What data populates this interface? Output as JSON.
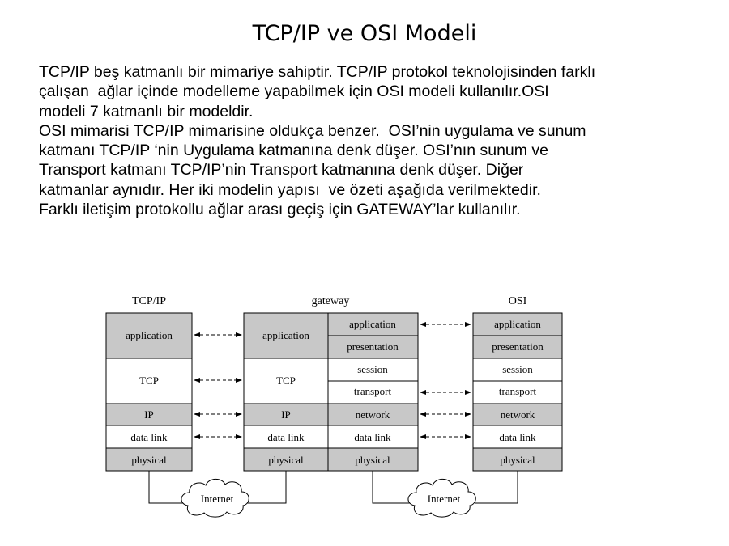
{
  "slide": {
    "title": "TCP/IP ve OSI Modeli",
    "paragraph_lines": [
      "TCP/IP beş katmanlı bir mimariye sahiptir. TCP/IP protokol teknolojisinden farklı",
      "çalışan  ağlar içinde modelleme yapabilmek için OSI modeli kullanılır.OSI",
      "modeli 7 katmanlı bir modeldir.",
      "OSI mimarisi TCP/IP mimarisine oldukça benzer.  OSI’nin uygulama ve sunum",
      "katmanı TCP/IP ‘nin Uygulama katmanına denk düşer. OSI’nın sunum ve",
      "Transport katmanı TCP/IP’nin Transport katmanına denk düşer. Diğer",
      "katmanlar aynıdır. Her iki modelin yapısı  ve özeti aşağıda verilmektedir.",
      "Farklı iletişim protokollu ağlar arası geçiş için GATEWAY’lar kullanılır."
    ]
  },
  "diagram": {
    "headers": {
      "tcpip": "TCP/IP",
      "gateway": "gateway",
      "osi": "OSI"
    },
    "tcpip_stack": [
      "application",
      "TCP",
      "IP",
      "data link",
      "physical"
    ],
    "gateway_left": [
      "application",
      "TCP",
      "IP",
      "data link",
      "physical"
    ],
    "gateway_right": [
      "application",
      "presentation",
      "session",
      "transport",
      "network",
      "data link",
      "physical"
    ],
    "osi_stack": [
      "application",
      "presentation",
      "session",
      "transport",
      "network",
      "data link",
      "physical"
    ],
    "clouds": [
      "Internet",
      "Internet"
    ],
    "colors": {
      "shaded": "#c8c8c8",
      "white": "#ffffff",
      "line": "#000000"
    }
  }
}
